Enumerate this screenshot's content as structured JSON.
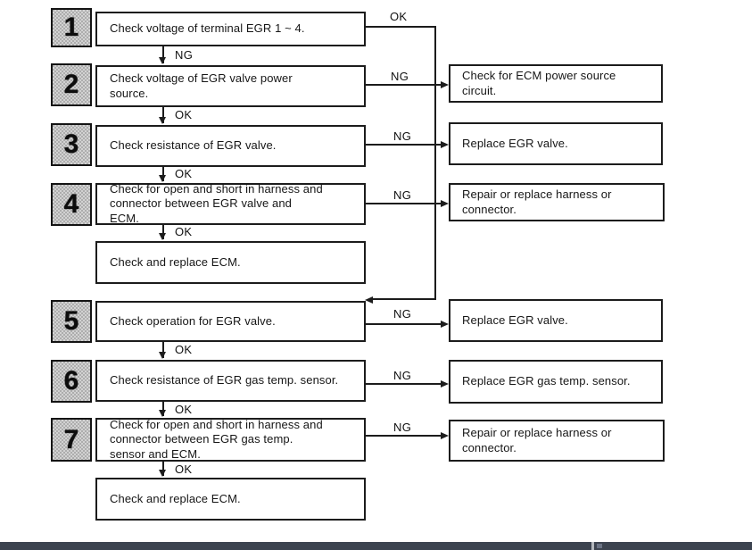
{
  "flowchart": {
    "steps": [
      {
        "num": "1",
        "text": "Check voltage of terminal EGR 1 ~ 4."
      },
      {
        "num": "2",
        "text": "Check voltage of EGR valve power\nsource."
      },
      {
        "num": "3",
        "text": "Check resistance of EGR valve."
      },
      {
        "num": "4",
        "text": "Check for open and short in harness and\nconnector between EGR valve and\nECM."
      },
      {
        "num": "5",
        "text": "Check operation for EGR valve."
      },
      {
        "num": "6",
        "text": "Check resistance of EGR gas temp. sensor."
      },
      {
        "num": "7",
        "text": "Check for open and short in harness and\nconnector between EGR gas temp.\nsensor and ECM."
      }
    ],
    "end_boxes": [
      {
        "text": "Check and replace ECM."
      },
      {
        "text": "Check and replace ECM."
      }
    ],
    "results": [
      {
        "text": "Check for ECM power source\ncircuit."
      },
      {
        "text": "Replace EGR valve."
      },
      {
        "text": "Repair or replace harness or\nconnector."
      },
      {
        "text": "Replace EGR valve."
      },
      {
        "text": "Replace EGR gas temp. sensor."
      },
      {
        "text": "Repair or replace harness or\nconnector."
      }
    ],
    "labels": {
      "ok": "OK",
      "ng": "NG"
    },
    "colors": {
      "line": "#1c1c1c",
      "tile_bg": "#c0c0c0",
      "bottom_bar": "#3d4450",
      "bottom_bar_separator": "#b4b8be"
    }
  }
}
